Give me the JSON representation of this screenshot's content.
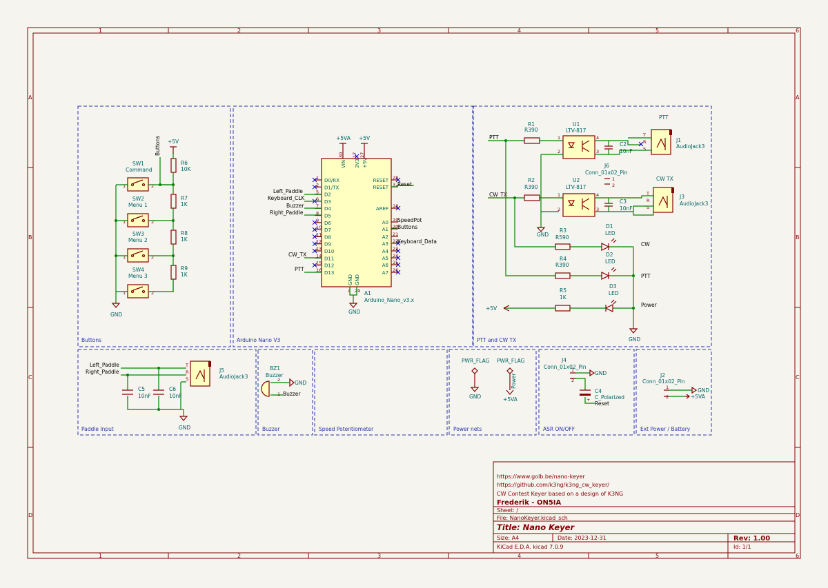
{
  "grid": {
    "cols": [
      "1",
      "2",
      "3",
      "4",
      "5",
      "6"
    ],
    "rows": [
      "A",
      "B",
      "C",
      "D"
    ]
  },
  "areas": {
    "buttons": "Buttons",
    "arduino": "Arduino Nano V3",
    "ptt": "PTT and CW TX",
    "paddle": "Paddle Input",
    "buzzer": "Buzzer",
    "speed": "Speed Potentiometer",
    "power": "Power nets",
    "asr": "ASR ON/OFF",
    "ext": "Ext Power / Battery"
  },
  "buttons": {
    "sw1": {
      "ref": "SW1",
      "val": "Command"
    },
    "sw2": {
      "ref": "SW2",
      "val": "Menu 1"
    },
    "sw3": {
      "ref": "SW3",
      "val": "Menu 2"
    },
    "sw4": {
      "ref": "SW4",
      "val": "Menu 3"
    },
    "r6": {
      "ref": "R6",
      "val": "10K"
    },
    "r7": {
      "ref": "R7",
      "val": "1K"
    },
    "r8": {
      "ref": "R8",
      "val": "1K"
    },
    "r9": {
      "ref": "R9",
      "val": "1K"
    },
    "net_buttons": "Buttons",
    "v5": "+5V",
    "gnd": "GND",
    "p1": "1",
    "p2": "2"
  },
  "arduino": {
    "ref": "A1",
    "val": "Arduino_Nano_v3.x",
    "pwr_5va": "+5VA",
    "pwr_5v": "+5V",
    "gnd": "GND",
    "top_pins": [
      "VIN",
      "3V3",
      "+5V"
    ],
    "top_nums": [
      "30",
      "17",
      "27"
    ],
    "left_pins": [
      "D0/RX",
      "D1/TX",
      "D2",
      "D3",
      "D4",
      "D5",
      "D6",
      "D7",
      "D8",
      "D9",
      "D10",
      "D11",
      "D12",
      "D13"
    ],
    "left_nums": [
      "1",
      "2",
      "5",
      "6",
      "7",
      "8",
      "9",
      "10",
      "11",
      "12",
      "13",
      "14",
      "15",
      "16"
    ],
    "right_pins": [
      "RESET",
      "RESET",
      "AREF",
      "A0",
      "A1",
      "A2",
      "A3",
      "A4",
      "A5",
      "A6",
      "A7"
    ],
    "right_nums": [
      "28",
      "3",
      "18",
      "19",
      "20",
      "21",
      "22",
      "23",
      "24",
      "25",
      "26"
    ],
    "bot_pins": [
      "GND",
      "GND"
    ],
    "bot_nums": [
      "4",
      "29"
    ],
    "nets_left": [
      "Left_Paddle",
      "Keyboard_CLK",
      "Buzzer",
      "Right_Paddle",
      "CW_TX",
      "PTT"
    ],
    "nets_right": [
      "Reset",
      "SpeedPot",
      "Buttons",
      "Keyboard_Data"
    ]
  },
  "ptt": {
    "r1": {
      "ref": "R1",
      "val": "R390"
    },
    "r2": {
      "ref": "R2",
      "val": "R390"
    },
    "r3": {
      "ref": "R3",
      "val": "R590"
    },
    "r4": {
      "ref": "R4",
      "val": "R390"
    },
    "r5": {
      "ref": "R5",
      "val": "1K"
    },
    "u1": {
      "ref": "U1",
      "val": "LTV-817"
    },
    "u2": {
      "ref": "U2",
      "val": "LTV-817"
    },
    "c2": {
      "ref": "C2",
      "val": "10nF"
    },
    "c3": {
      "ref": "C3",
      "val": "10nF"
    },
    "j6": {
      "ref": "J6",
      "val": "Conn_01x02_Pin"
    },
    "j1": {
      "ref": "J1",
      "val": "AudioJack3",
      "title": "PTT"
    },
    "j3": {
      "ref": "J3",
      "val": "AudioJack3",
      "title": "CW TX"
    },
    "d1": {
      "ref": "D1",
      "val": "LED"
    },
    "d2": {
      "ref": "D2",
      "val": "LED"
    },
    "d3": {
      "ref": "D3",
      "val": "LED"
    },
    "net_ptt": "PTT",
    "net_cwtx": "CW_TX",
    "out_cw": "CW",
    "out_ptt": "PTT",
    "out_power": "Power",
    "v5": "+5V",
    "gnd": "GND",
    "jack_pins": [
      "T",
      "R",
      "S"
    ]
  },
  "paddle": {
    "j5": {
      "ref": "J5",
      "val": "AudioJack3"
    },
    "c5": {
      "ref": "C5",
      "val": "10nF"
    },
    "c6": {
      "ref": "C6",
      "val": "10nF"
    },
    "net_left": "Left_Paddle",
    "net_right": "Right_Paddle",
    "gnd": "GND"
  },
  "buzzer": {
    "ref": "BZ1",
    "val": "Buzzer",
    "gnd": "GND",
    "net": "Buzzer",
    "p1": "1",
    "p2": "2"
  },
  "power": {
    "flag1": "PWR_FLAG",
    "flag2": "PWR_FLAG",
    "gnd": "GND",
    "v5a": "+5VA",
    "pwr": "Power"
  },
  "asr": {
    "j4": {
      "ref": "J4",
      "val": "Conn_01x02_Pin"
    },
    "c4": {
      "ref": "C4",
      "val": "C_Polarized"
    },
    "gnd": "GND",
    "reset": "Reset"
  },
  "ext": {
    "j2": {
      "ref": "J2",
      "val": "Conn_01x02_Pin"
    },
    "gnd": "GND",
    "v5a": "+5VA"
  },
  "titleblock": {
    "line1": "https://www.golb.be/nano-keyer",
    "line2": "https://github.com/k3ng/k3ng_cw_keyer/",
    "line3": "CW Contest Keyer based on a design of K3NG",
    "line4": "Frederik - ON5IA",
    "sheet": "Sheet: /",
    "file": "File: NanoKeyer.kicad_sch",
    "title": "Title: Nano Keyer",
    "size": "Size: A4",
    "date": "Date: 2023-12-31",
    "rev": "Rev: 1.00",
    "tool": "KiCad E.D.A.  kicad 7.0.9",
    "id": "Id: 1/1"
  }
}
